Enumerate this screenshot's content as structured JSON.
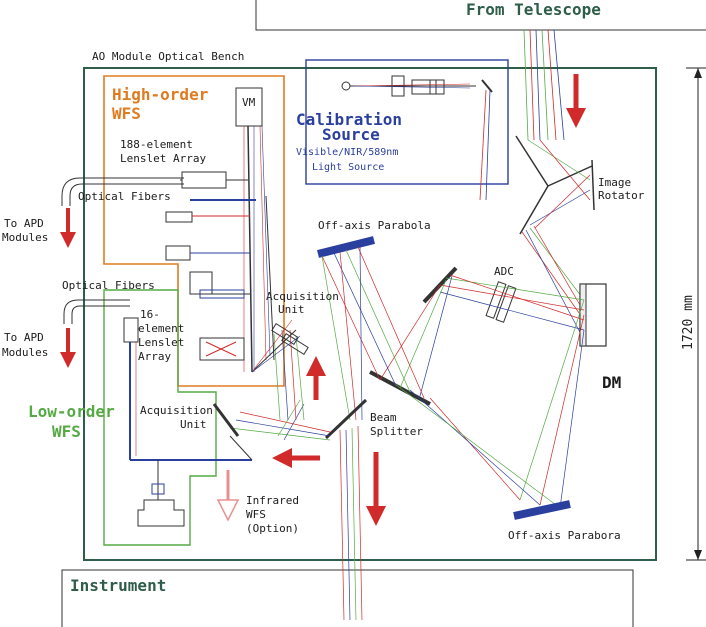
{
  "header": {
    "from_telescope": "From Telescope"
  },
  "bench": {
    "title": "AO Module Optical Bench",
    "dimension": "1720 mm"
  },
  "high_order_wfs": {
    "title_line1": "High-order",
    "title_line2": "WFS",
    "vm": "VM",
    "lenslet_line1": "188-element",
    "lenslet_line2": "Lenslet Array",
    "optical_fibers": "Optical Fibers",
    "to_apd_line1": "To APD",
    "to_apd_line2": "Modules",
    "acq_line1": "Acquisition",
    "acq_line2": "Unit"
  },
  "low_order_wfs": {
    "title_line1": "Low-order",
    "title_line2": "WFS",
    "optical_fibers": "Optical Fibers",
    "lenslet_line1": "16-",
    "lenslet_line2": "element",
    "lenslet_line3": "Lenslet",
    "lenslet_line4": "Array",
    "to_apd_line1": "To APD",
    "to_apd_line2": "Modules",
    "acq_line1": "Acquisition",
    "acq_line2": "Unit",
    "ir_line1": "Infrared",
    "ir_line2": "WFS",
    "ir_line3": "(Option)"
  },
  "calibration": {
    "title_line1": "Calibration",
    "title_line2": "Source",
    "sub_line1": "Visible/NIR/589nm",
    "sub_line2": "Light Source"
  },
  "optics": {
    "oap_top": "Off-axis Parabola",
    "oap_bottom": "Off-axis Parabora",
    "adc": "ADC",
    "dm": "DM",
    "rotator_line1": "Image",
    "rotator_line2": "Rotator",
    "beam_line1": "Beam",
    "beam_line2": "Splitter"
  },
  "instrument": {
    "label": "Instrument"
  },
  "colors": {
    "orange": "#e07b20",
    "green": "#55aa44",
    "blue": "#2a3f9e",
    "red": "#d02a2a",
    "frame": "#2e5d4a",
    "text": "#1c1c1c"
  }
}
